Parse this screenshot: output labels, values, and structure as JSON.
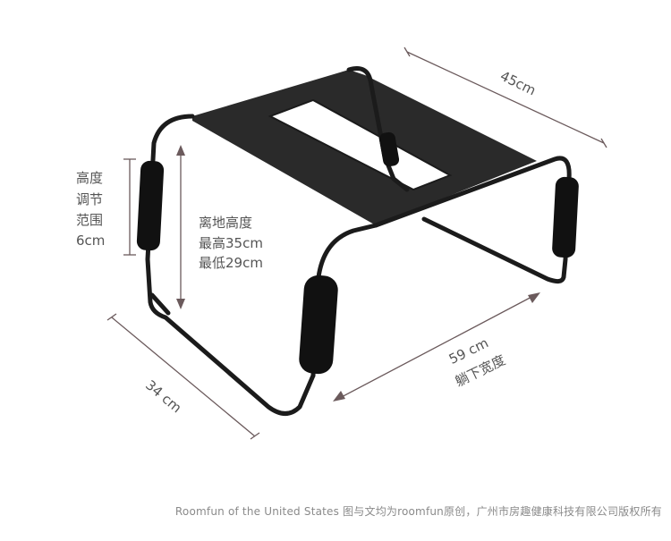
{
  "labels": {
    "width": "45cm",
    "adjust_line1": "高度",
    "adjust_line2": "调节",
    "adjust_line3": "范围",
    "adjust_line4": "6cm",
    "height_line1": "离地高度",
    "height_line2": "最高35cm",
    "height_line3": "最低29cm",
    "depth": "34 cm",
    "under_line1": "59 cm",
    "under_line2": "躺下宽度"
  },
  "footer": "Roomfun of the United States 图与文均为roomfun原创，广州市房趣健康科技有限公司版权所有",
  "colors": {
    "frame": "#1b1b1b",
    "seat": "#2a2a2a",
    "dimension_line": "#6b5a5c",
    "text": "#555555"
  }
}
